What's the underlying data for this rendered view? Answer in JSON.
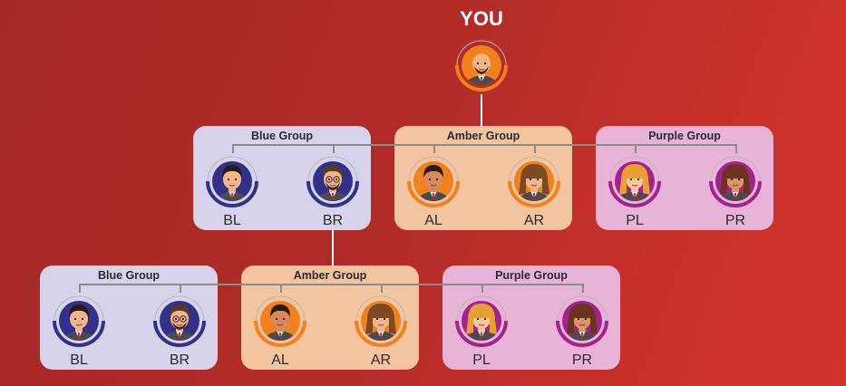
{
  "root": {
    "title": "YOU",
    "color": "#f0821e",
    "skin": "#f2b58a",
    "hair": "none",
    "beard": true
  },
  "rows": [
    {
      "groups": [
        {
          "name": "Blue Group",
          "box": "#d7d3ea",
          "accent": "#33308a",
          "members": [
            {
              "label": "BL",
              "skin": "#f2b58a",
              "hair": "#2a1a14"
            },
            {
              "label": "BR",
              "skin": "#f2b58a",
              "hair": "#5a3a22",
              "glasses": true
            }
          ]
        },
        {
          "name": "Amber Group",
          "box": "#f2c4a0",
          "accent": "#f0821e",
          "members": [
            {
              "label": "AL",
              "skin": "#d98a5a",
              "hair": "#2a1a14"
            },
            {
              "label": "AR",
              "skin": "#f2b58a",
              "hair": "#7a4a24",
              "long": true
            }
          ]
        },
        {
          "name": "Purple Group",
          "box": "#e7b3d6",
          "accent": "#a3228c",
          "members": [
            {
              "label": "PL",
              "skin": "#f6c8a0",
              "hair": "#e8a030",
              "long": true
            },
            {
              "label": "PR",
              "skin": "#d9955e",
              "hair": "#6a3420",
              "long": true
            }
          ]
        }
      ]
    },
    {
      "groups": [
        {
          "name": "Blue Group",
          "box": "#d7d3ea",
          "accent": "#33308a",
          "members": [
            {
              "label": "BL",
              "skin": "#f2b58a",
              "hair": "#2a1a14"
            },
            {
              "label": "BR",
              "skin": "#f2b58a",
              "hair": "#5a3a22",
              "glasses": true
            }
          ]
        },
        {
          "name": "Amber Group",
          "box": "#f2c4a0",
          "accent": "#f0821e",
          "members": [
            {
              "label": "AL",
              "skin": "#d98a5a",
              "hair": "#2a1a14"
            },
            {
              "label": "AR",
              "skin": "#f2b58a",
              "hair": "#7a4a24",
              "long": true
            }
          ]
        },
        {
          "name": "Purple Group",
          "box": "#e7b3d6",
          "accent": "#a3228c",
          "members": [
            {
              "label": "PL",
              "skin": "#f6c8a0",
              "hair": "#e8a030",
              "long": true
            },
            {
              "label": "PR",
              "skin": "#d9955e",
              "hair": "#6a3420",
              "long": true
            }
          ]
        }
      ]
    }
  ]
}
